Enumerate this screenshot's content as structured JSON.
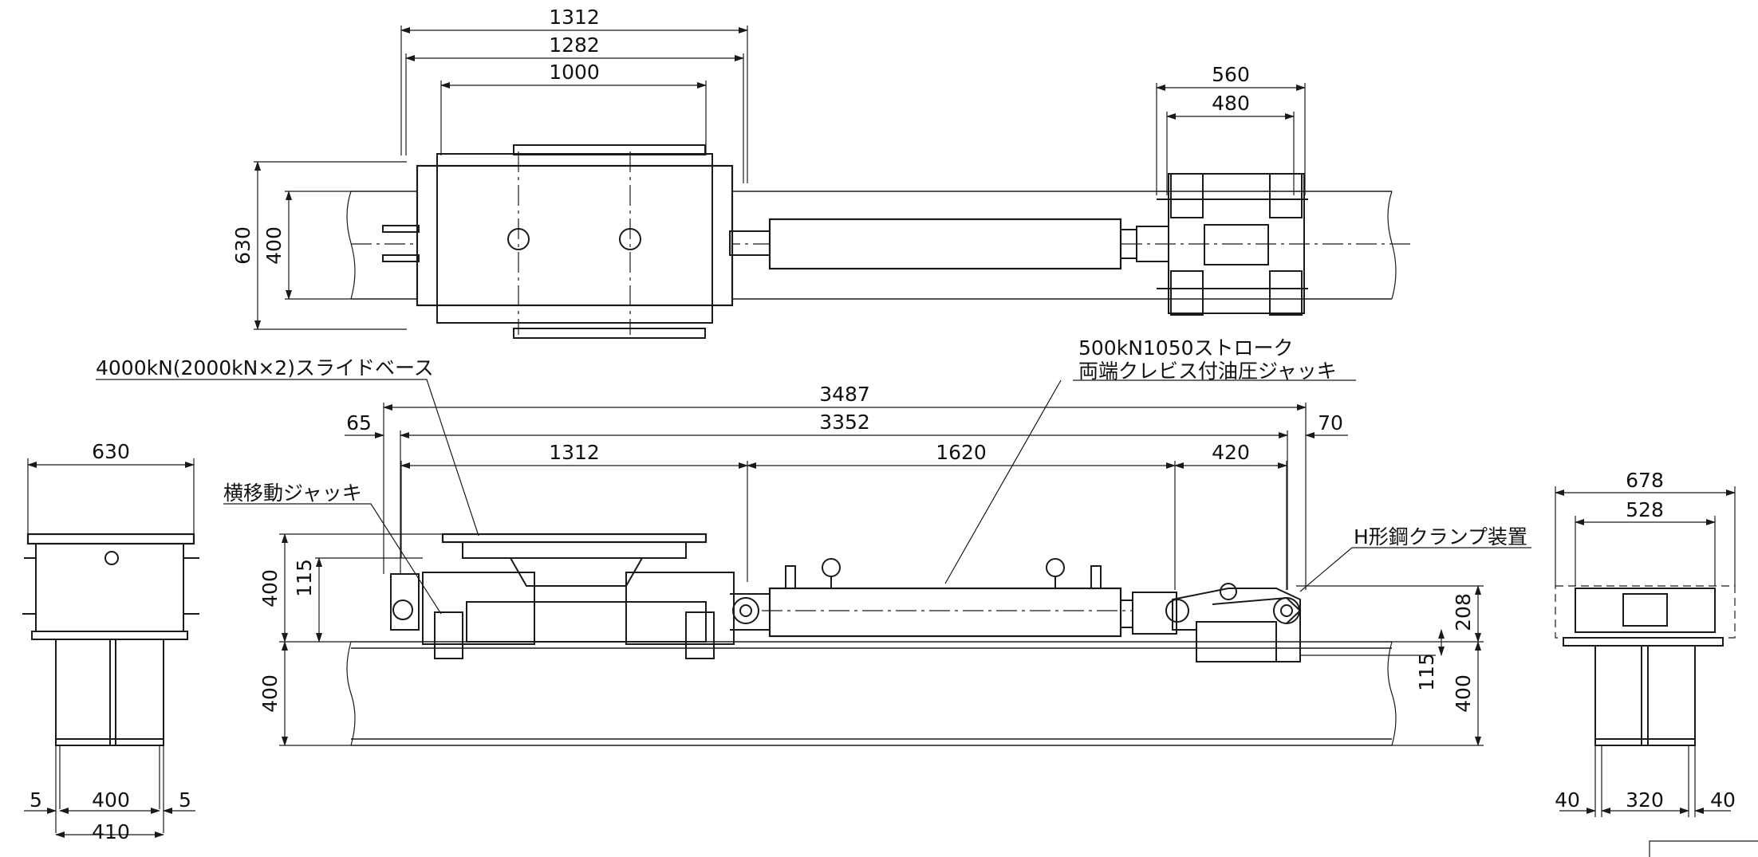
{
  "top_view": {
    "dims": {
      "d1312": "1312",
      "d1282": "1282",
      "d1000": "1000",
      "d560": "560",
      "d480": "480",
      "d630": "630",
      "d400": "400"
    }
  },
  "side_view": {
    "dims": {
      "d3487": "3487",
      "d65": "65",
      "d3352": "3352",
      "d70": "70",
      "d1312": "1312",
      "d1620": "1620",
      "d420": "420",
      "d400a": "400",
      "d115a": "115",
      "d400b": "400",
      "d208": "208",
      "d115b": "115",
      "d400c": "400"
    }
  },
  "left_view": {
    "dims": {
      "d630": "630",
      "d5a": "5",
      "d400": "400",
      "d5b": "5",
      "d410": "410"
    }
  },
  "right_view": {
    "dims": {
      "d678": "678",
      "d528": "528",
      "d40a": "40",
      "d320": "320",
      "d40b": "40"
    }
  },
  "labels": {
    "slide_base": "4000kN(2000kN×2)スライドベース",
    "jack_line1": "500kN1050ストローク",
    "jack_line2": "両端クレビス付油圧ジャッキ",
    "lateral_jack": "横移動ジャッキ",
    "clamp": "H形鋼クランプ装置"
  }
}
